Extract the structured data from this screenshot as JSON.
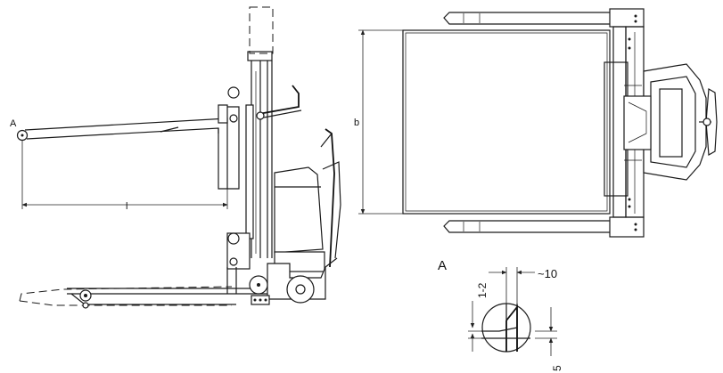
{
  "labels": {
    "point_a_side": "A",
    "length_l": "l",
    "width_b": "b",
    "detail_a": "A",
    "detail_dim_10": "~10",
    "detail_dim_1_2": "1-2",
    "detail_dim_5": "5"
  },
  "colors": {
    "line": "#1a1a1a",
    "background": "#ffffff"
  }
}
